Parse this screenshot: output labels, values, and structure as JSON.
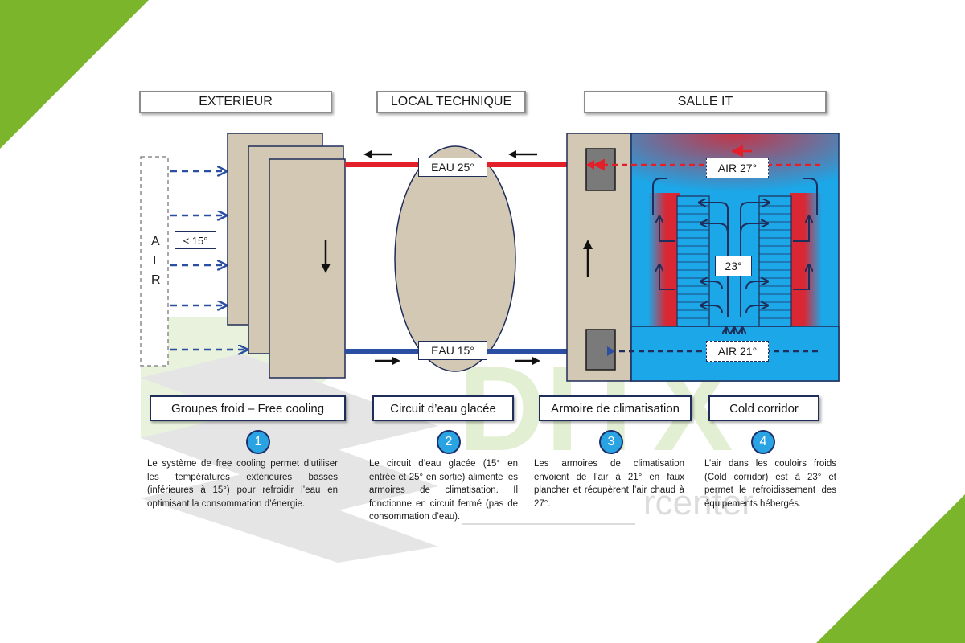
{
  "headers": {
    "exterior": "EXTERIEUR",
    "local_technique": "LOCAL TECHNIQUE",
    "salle_it": "SALLE IT"
  },
  "air_column": {
    "letters": [
      "A",
      "I",
      "R"
    ],
    "temp_tag": "< 15°"
  },
  "pipes": {
    "hot_tag": "EAU 25°",
    "cold_tag": "EAU 15°"
  },
  "it_room": {
    "hot_air_tag": "AIR 27°",
    "cold_air_tag": "AIR 21°",
    "corridor_temp": "23°"
  },
  "steps": [
    {
      "number": "1",
      "label": "Groupes froid – Free cooling",
      "text": "Le système de free cooling permet d’utiliser les températures extérieures basses (inférieures à 15°) pour refroidir l’eau en optimisant la consommation d’énergie."
    },
    {
      "number": "2",
      "label": "Circuit d’eau glacée",
      "text": "Le circuit d’eau glacée (15° en entrée et 25° en sortie) alimente les armoires de climatisation. Il fonctionne en circuit fermé (pas de consommation d’eau)."
    },
    {
      "number": "3",
      "label": "Armoire de climatisation",
      "text": "Les armoires de climatisation envoient de l’air à 21° en faux plancher et récupèrent l’air chaud à 27°."
    },
    {
      "number": "4",
      "label": "Cold corridor",
      "text": "L’air dans les couloirs froids (Cold corridor) est à 23° et permet le refroidissement des équipements hébergés."
    }
  ],
  "watermark": {
    "text": "DITX",
    "subtext": "rcenter"
  },
  "colors": {
    "accent_green": "#7bb52c",
    "hot": "#e3202a",
    "cold": "#2a4ea2",
    "room_blue": "#1ba7e8",
    "panel_beige": "#d3c8b4"
  }
}
